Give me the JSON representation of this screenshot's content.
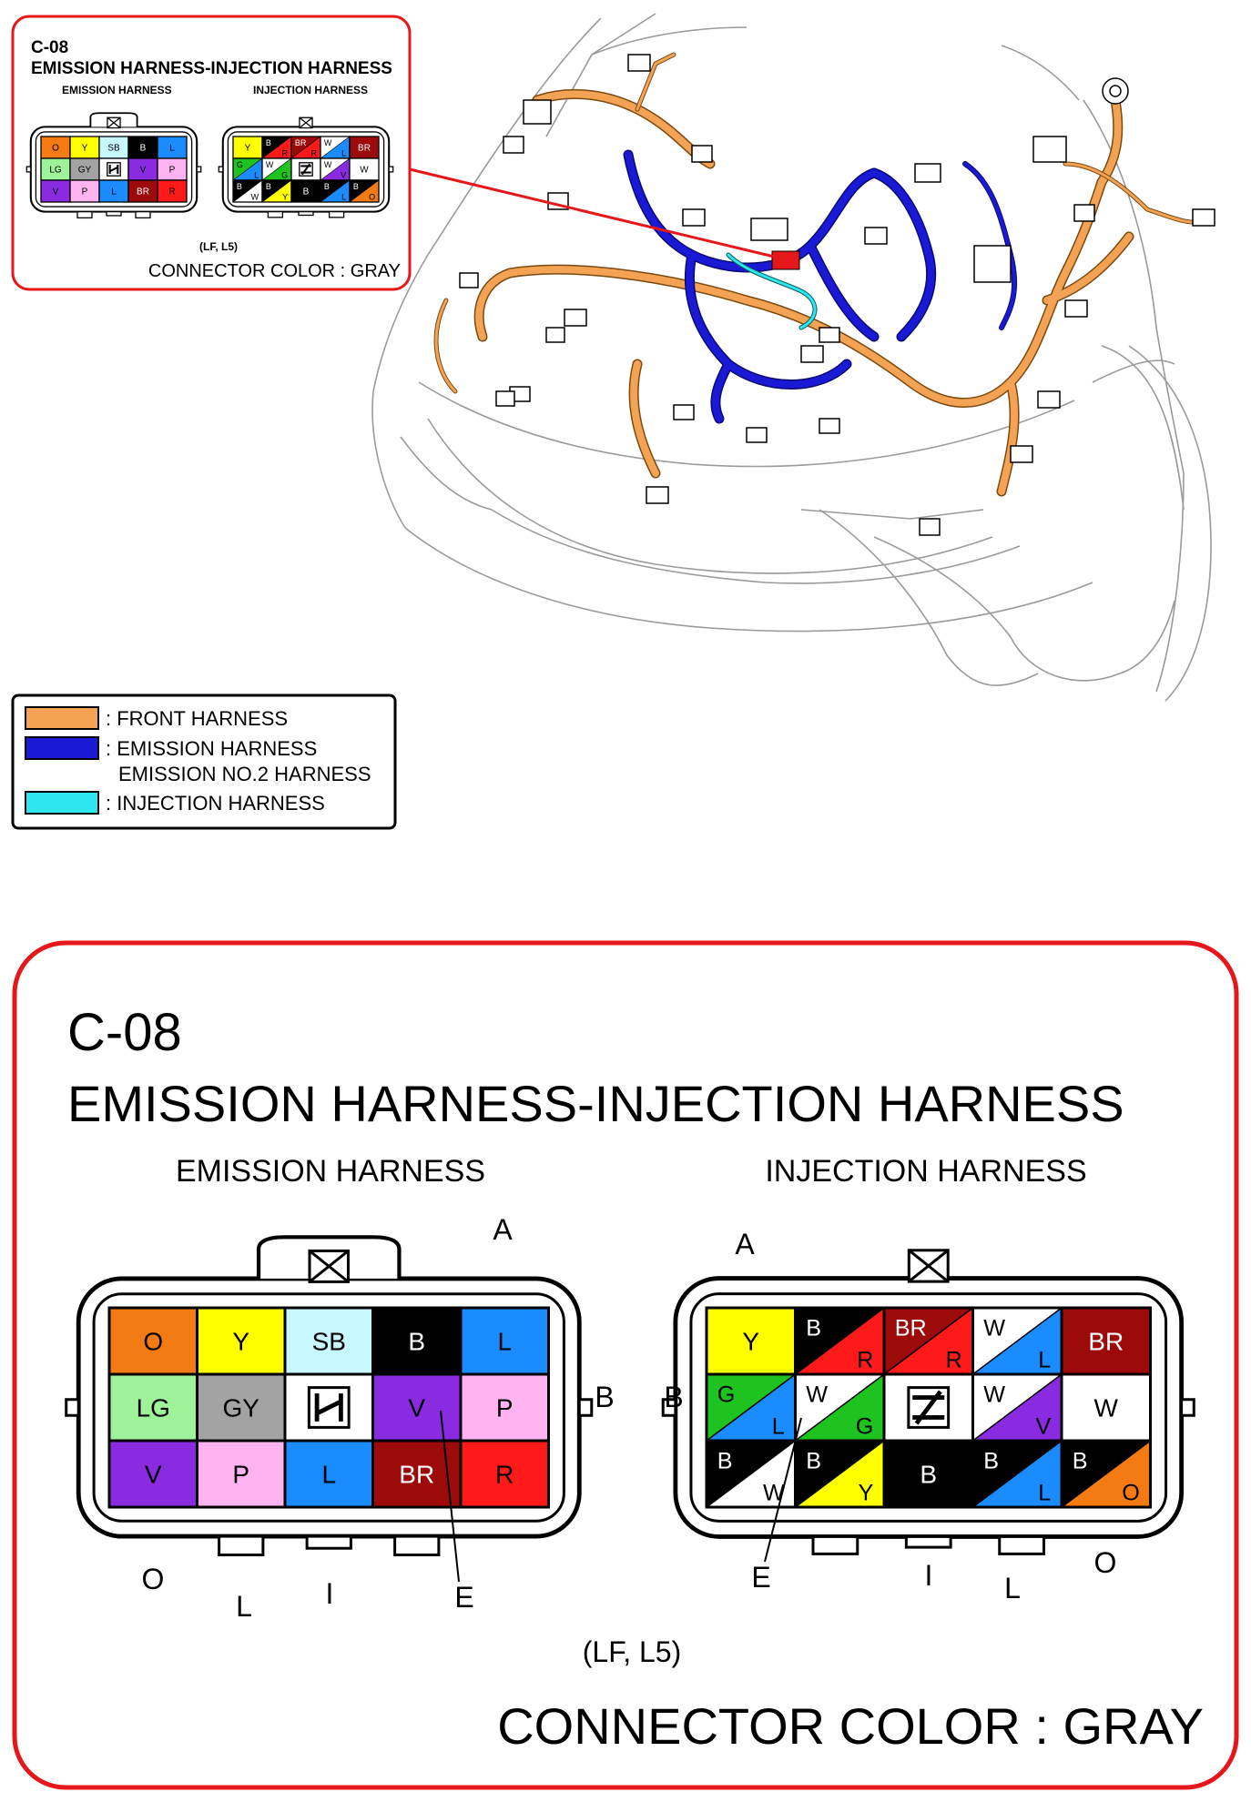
{
  "inset": {
    "code": "C-08",
    "title": "EMISSION HARNESS-INJECTION HARNESS",
    "left_sub": "EMISSION HARNESS",
    "right_sub": "INJECTION HARNESS",
    "variant": "(LF, L5)",
    "connector_color": "CONNECTOR COLOR : GRAY"
  },
  "legend": {
    "items": [
      {
        "label": ": FRONT HARNESS",
        "color": "#f4a354"
      },
      {
        "label": ": EMISSION HARNESS",
        "label2": "EMISSION NO.2 HARNESS",
        "color": "#1a1ad6"
      },
      {
        "label": ": INJECTION HARNESS",
        "color": "#2ee6f0"
      }
    ]
  },
  "detail": {
    "code": "C-08",
    "title": "EMISSION HARNESS-INJECTION HARNESS",
    "left_sub": "EMISSION HARNESS",
    "right_sub": "INJECTION HARNESS",
    "variant": "(LF, L5)",
    "connector_color": "CONNECTOR COLOR : GRAY",
    "emission_labels": {
      "A": "A",
      "B": "B",
      "O": "O",
      "L": "L",
      "I": "I",
      "E": "E"
    },
    "injection_labels": {
      "A": "A",
      "B": "B",
      "O": "O",
      "L": "L",
      "I": "I",
      "E": "E"
    },
    "emission_pins": [
      [
        {
          "t": "O",
          "c": "#f47a14"
        },
        {
          "t": "Y",
          "c": "#ffff00"
        },
        {
          "t": "SB",
          "c": "#c8f8ff"
        },
        {
          "t": "B",
          "c": "#000000",
          "fg": "#ffffff"
        },
        {
          "t": "L",
          "c": "#1a8cff"
        }
      ],
      [
        {
          "t": "LG",
          "c": "#9ef29a"
        },
        {
          "t": "GY",
          "c": "#a3a3a3"
        },
        {
          "t": "",
          "c": "#ffffff",
          "blank": true
        },
        {
          "t": "V",
          "c": "#8a2be2"
        },
        {
          "t": "P",
          "c": "#ffb3f0"
        }
      ],
      [
        {
          "t": "V",
          "c": "#8a2be2"
        },
        {
          "t": "P",
          "c": "#ffb3f0"
        },
        {
          "t": "L",
          "c": "#1a8cff"
        },
        {
          "t": "BR",
          "c": "#9c0a0a",
          "fg": "#ffffff"
        },
        {
          "t": "R",
          "c": "#ff1a1a"
        }
      ]
    ],
    "injection_pins": [
      [
        {
          "t": "Y",
          "c": "#ffff00"
        },
        {
          "t": "B",
          "t2": "R",
          "c": "#000000",
          "c2": "#ff1a1a",
          "fg": "#ffffff"
        },
        {
          "t": "BR",
          "t2": "R",
          "c": "#9c0a0a",
          "c2": "#ff1a1a",
          "fg": "#ffffff"
        },
        {
          "t": "W",
          "t2": "L",
          "c": "#ffffff",
          "c2": "#1a8cff"
        },
        {
          "t": "BR",
          "c": "#9c0a0a",
          "fg": "#ffffff"
        }
      ],
      [
        {
          "t": "G",
          "t2": "L",
          "c": "#1fc31f",
          "c2": "#1a8cff"
        },
        {
          "t": "W",
          "t2": "G",
          "c": "#ffffff",
          "c2": "#1fc31f"
        },
        {
          "t": "",
          "c": "#ffffff",
          "blank": true
        },
        {
          "t": "W",
          "t2": "V",
          "c": "#ffffff",
          "c2": "#8a2be2"
        },
        {
          "t": "W",
          "c": "#ffffff"
        }
      ],
      [
        {
          "t": "B",
          "t2": "W",
          "c": "#000000",
          "c2": "#ffffff",
          "fg": "#ffffff"
        },
        {
          "t": "B",
          "t2": "Y",
          "c": "#000000",
          "c2": "#ffff00",
          "fg": "#ffffff"
        },
        {
          "t": "B",
          "c": "#000000",
          "fg": "#ffffff"
        },
        {
          "t": "B",
          "t2": "L",
          "c": "#000000",
          "c2": "#1a8cff",
          "fg": "#ffffff"
        },
        {
          "t": "B",
          "t2": "O",
          "c": "#000000",
          "c2": "#f47a14",
          "fg": "#ffffff"
        }
      ]
    ]
  },
  "colors": {
    "frame_red": "#e5171b",
    "front": "#f4a354",
    "emission": "#1a1ad6",
    "injection": "#2ee6f0"
  }
}
